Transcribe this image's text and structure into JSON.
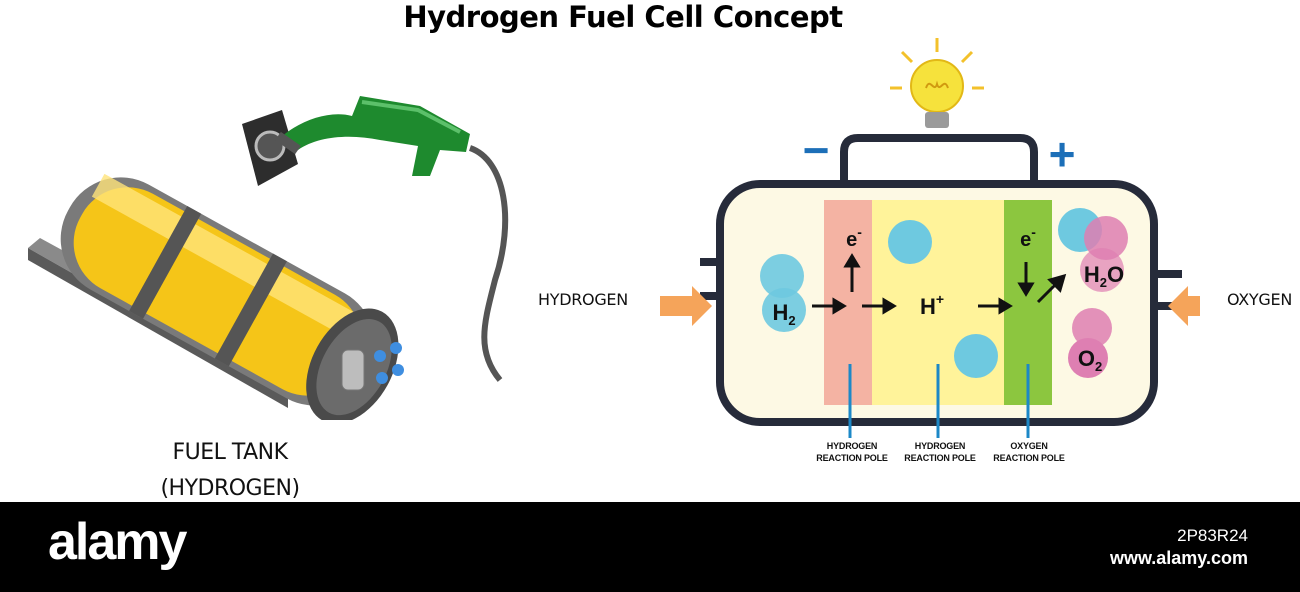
{
  "title": "Hydrogen Fuel Cell Concept",
  "fuel_tank": {
    "line1": "FUEL TANK",
    "line2": "(HYDROGEN)"
  },
  "inputs": {
    "left": "HYDROGEN",
    "right": "OXYGEN"
  },
  "terminals": {
    "negative": "−",
    "positive": "+"
  },
  "electrons": {
    "anode": "e",
    "anode_sup": "-",
    "cathode": "e",
    "cathode_sup": "-"
  },
  "molecules": {
    "h2": "H",
    "h2_sub": "2",
    "hplus": "H",
    "hplus_sup": "+",
    "h2o_h": "H",
    "h2o_sub": "2",
    "h2o_o": "O",
    "o2": "O",
    "o2_sub": "2"
  },
  "poles": [
    {
      "line1": "HYDROGEN",
      "line2": "REACTION POLE"
    },
    {
      "line1": "HYDROGEN",
      "line2": "REACTION POLE"
    },
    {
      "line1": "OXYGEN",
      "line2": "REACTION POLE"
    }
  ],
  "footer": {
    "brand": "alamy",
    "image_id": "2P83R24",
    "site": "www.alamy.com"
  },
  "colors": {
    "tank_yellow": "#f5c518",
    "nozzle_green": "#1e8a2e",
    "frame": "#262b3a",
    "anode_band": "#f4b3a3",
    "electrolyte": "#fff39a",
    "cathode_band": "#8cc63f",
    "hydrogen_blue": "#6ec9e0",
    "oxygen_pink": "#de7fb2",
    "arrow_orange": "#f5a45a",
    "terminal_blue": "#1c6fb8",
    "bulb_yellow": "#f6e23c"
  }
}
